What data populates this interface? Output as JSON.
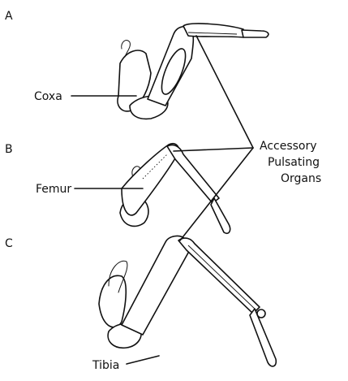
{
  "panels": {
    "a": "A",
    "b": "B",
    "c": "C"
  },
  "labels": {
    "coxa": "Coxa",
    "femur": "Femur",
    "tibia": "Tibia",
    "accessory_line1": "Accessory",
    "accessory_line2": "Pulsating",
    "accessory_line3": "Organs"
  }
}
